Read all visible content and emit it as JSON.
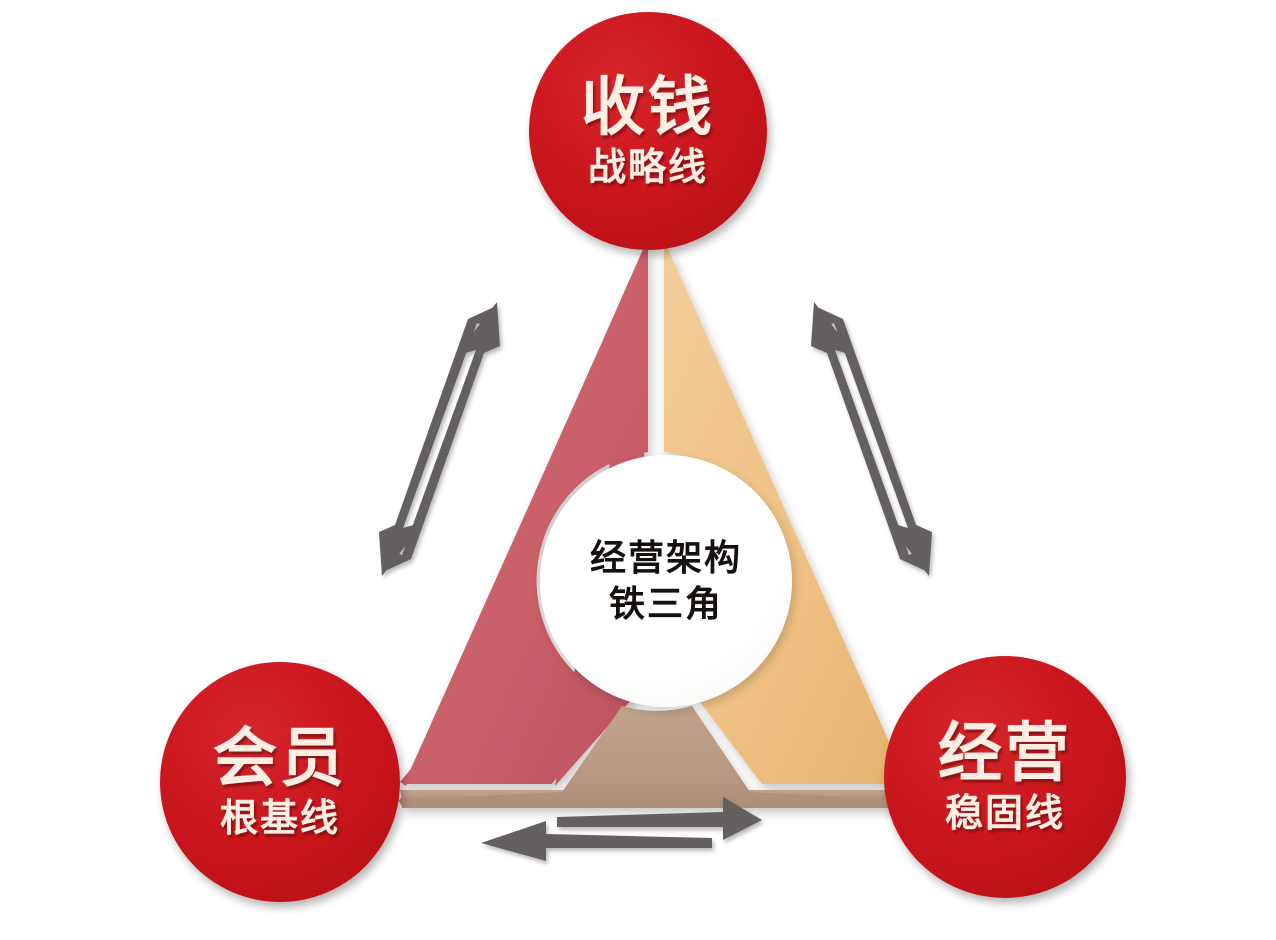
{
  "diagram": {
    "title": "经营架构铁三角",
    "background_color": "#ffffff",
    "hub": {
      "line1": "经营架构",
      "line2": "铁三角",
      "fill": "#ffffff",
      "text_color": "#15110f"
    },
    "nodes": [
      {
        "id": "top",
        "title": "收钱",
        "subtitle": "战略线",
        "fill": "#c8141b",
        "text_color": "#fdeee4",
        "position": "top"
      },
      {
        "id": "left",
        "title": "会员",
        "subtitle": "根基线",
        "fill": "#c8141b",
        "text_color": "#fdeee4",
        "position": "bottom-left"
      },
      {
        "id": "right",
        "title": "经营",
        "subtitle": "稳固线",
        "fill": "#c8141b",
        "text_color": "#fdeee4",
        "position": "bottom-right"
      }
    ],
    "segments": [
      {
        "id": "left-wedge",
        "label": "会员根基线区块",
        "fill": "#c9606a"
      },
      {
        "id": "right-wedge",
        "label": "收钱战略线区块",
        "fill": "#efc184"
      },
      {
        "id": "bottom-wedge",
        "label": "经营稳固线区块",
        "fill": "#b99a82"
      }
    ],
    "arrows": [
      {
        "id": "left-pair",
        "label": "会员-收钱 双向箭头",
        "orientation": "diagonal-left",
        "bidirectional": true,
        "color": "#63605e"
      },
      {
        "id": "right-pair",
        "label": "收钱-经营 双向箭头",
        "orientation": "diagonal-right",
        "bidirectional": true,
        "color": "#63605e"
      },
      {
        "id": "bottom-pair",
        "label": "会员-经营 双向箭头",
        "orientation": "horizontal",
        "bidirectional": true,
        "color": "#63605e"
      }
    ]
  },
  "chart_data": {
    "type": "diagram",
    "title": "经营架构铁三角",
    "nodes": [
      "收钱 / 战略线",
      "会员 / 根基线",
      "经营 / 稳固线"
    ],
    "center": "经营架构 铁三角",
    "edges": [
      {
        "from": "会员 / 根基线",
        "to": "收钱 / 战略线",
        "bidirectional": true
      },
      {
        "from": "收钱 / 战略线",
        "to": "经营 / 稳固线",
        "bidirectional": true
      },
      {
        "from": "会员 / 根基线",
        "to": "经营 / 稳固线",
        "bidirectional": true
      }
    ],
    "palette": {
      "node": "#c8141b",
      "left_wedge": "#c9606a",
      "right_wedge": "#efc184",
      "bottom_wedge": "#b99a82",
      "arrow": "#63605e",
      "background": "#ffffff"
    }
  }
}
